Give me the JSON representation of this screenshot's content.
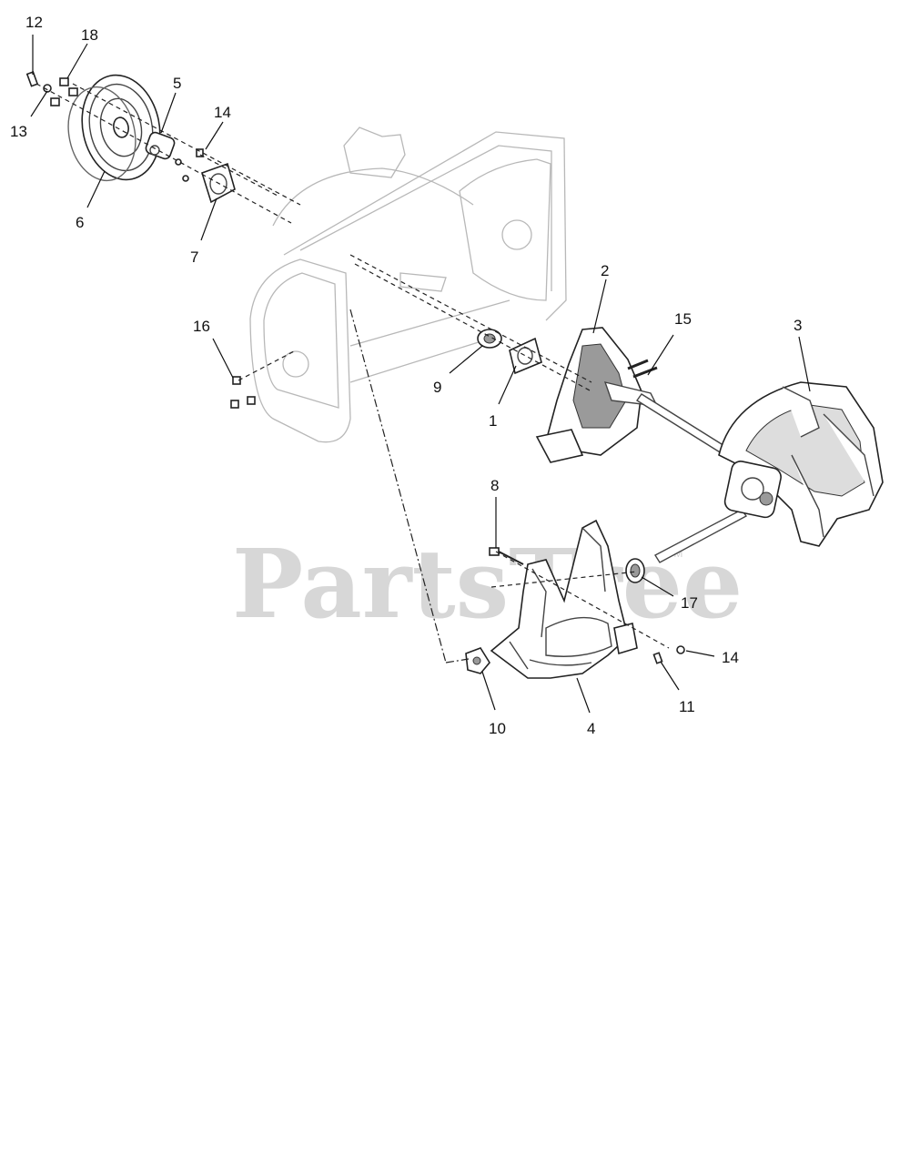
{
  "watermark": {
    "text": "PartsTree",
    "trademark": "TM"
  },
  "callouts": {
    "c1": "1",
    "c2": "2",
    "c3": "3",
    "c4": "4",
    "c5": "5",
    "c6": "6",
    "c7": "7",
    "c8": "8",
    "c9": "9",
    "c10": "10",
    "c11": "11",
    "c12": "12",
    "c13": "13",
    "c14a": "14",
    "c14b": "14",
    "c15": "15",
    "c16": "16",
    "c17": "17",
    "c18": "18"
  },
  "colors": {
    "line": "#222222",
    "housing": "#b8b8b8",
    "watermark": "#d7d7d7",
    "background": "#ffffff"
  }
}
